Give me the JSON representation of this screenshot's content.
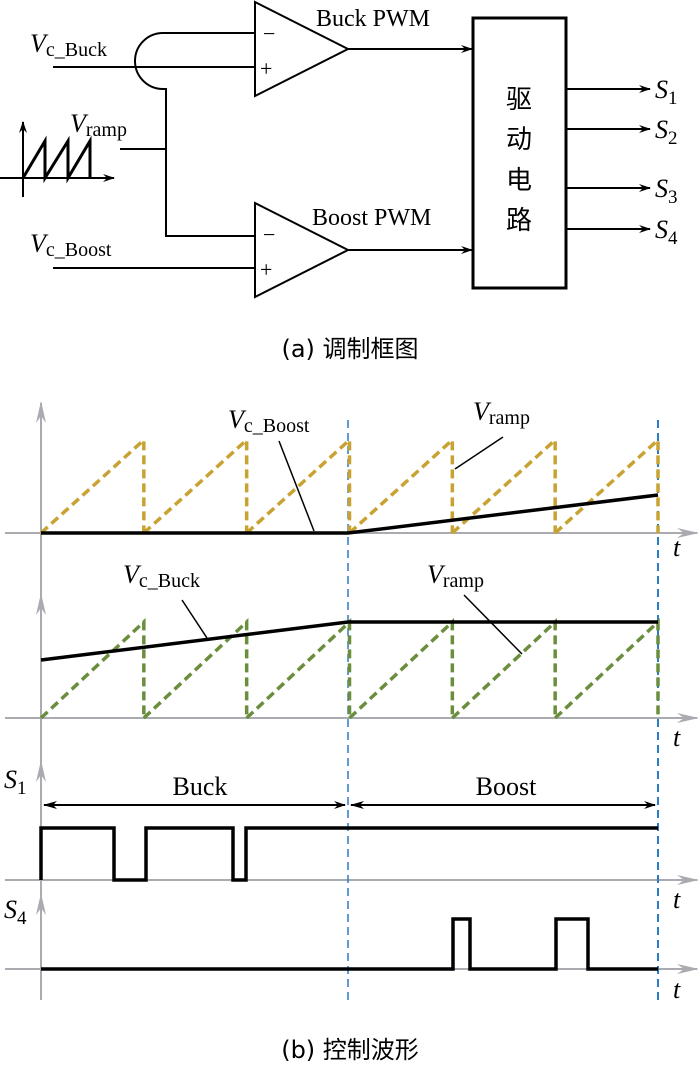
{
  "part_a": {
    "caption": "(a) 调制框图",
    "inputs": {
      "vc_buck": {
        "main": "V",
        "sub": "c_Buck"
      },
      "vramp": {
        "main": "V",
        "sub": "ramp"
      },
      "vc_boost": {
        "main": "V",
        "sub": "c_Boost"
      }
    },
    "comparator_buck": {
      "minus": "−",
      "plus": "+",
      "output_label": "Buck PWM"
    },
    "comparator_boost": {
      "minus": "−",
      "plus": "+",
      "output_label": "Boost PWM"
    },
    "driver": {
      "chars": [
        "驱",
        "动",
        "电",
        "路"
      ]
    },
    "outputs": [
      {
        "main": "S",
        "sub": "1"
      },
      {
        "main": "S",
        "sub": "2"
      },
      {
        "main": "S",
        "sub": "3"
      },
      {
        "main": "S",
        "sub": "4"
      }
    ]
  },
  "part_b": {
    "caption": "(b) 控制波形",
    "axis_label": "t",
    "plot1": {
      "vc_label": {
        "main": "V",
        "sub": "c_Boost"
      },
      "ramp_label": {
        "main": "V",
        "sub": "ramp"
      },
      "ramp_color": "#c8a232"
    },
    "plot2": {
      "vc_label": {
        "main": "V",
        "sub": "c_Buck"
      },
      "ramp_label": {
        "main": "V",
        "sub": "ramp"
      },
      "ramp_color": "#6b8e3e"
    },
    "plot3": {
      "signal": {
        "main": "S",
        "sub": "1"
      },
      "region_buck": "Buck",
      "region_boost": "Boost"
    },
    "plot4": {
      "signal": {
        "main": "S",
        "sub": "4"
      }
    },
    "divider_color": "#2a7cc7",
    "axis_color": "#a9abb0"
  }
}
